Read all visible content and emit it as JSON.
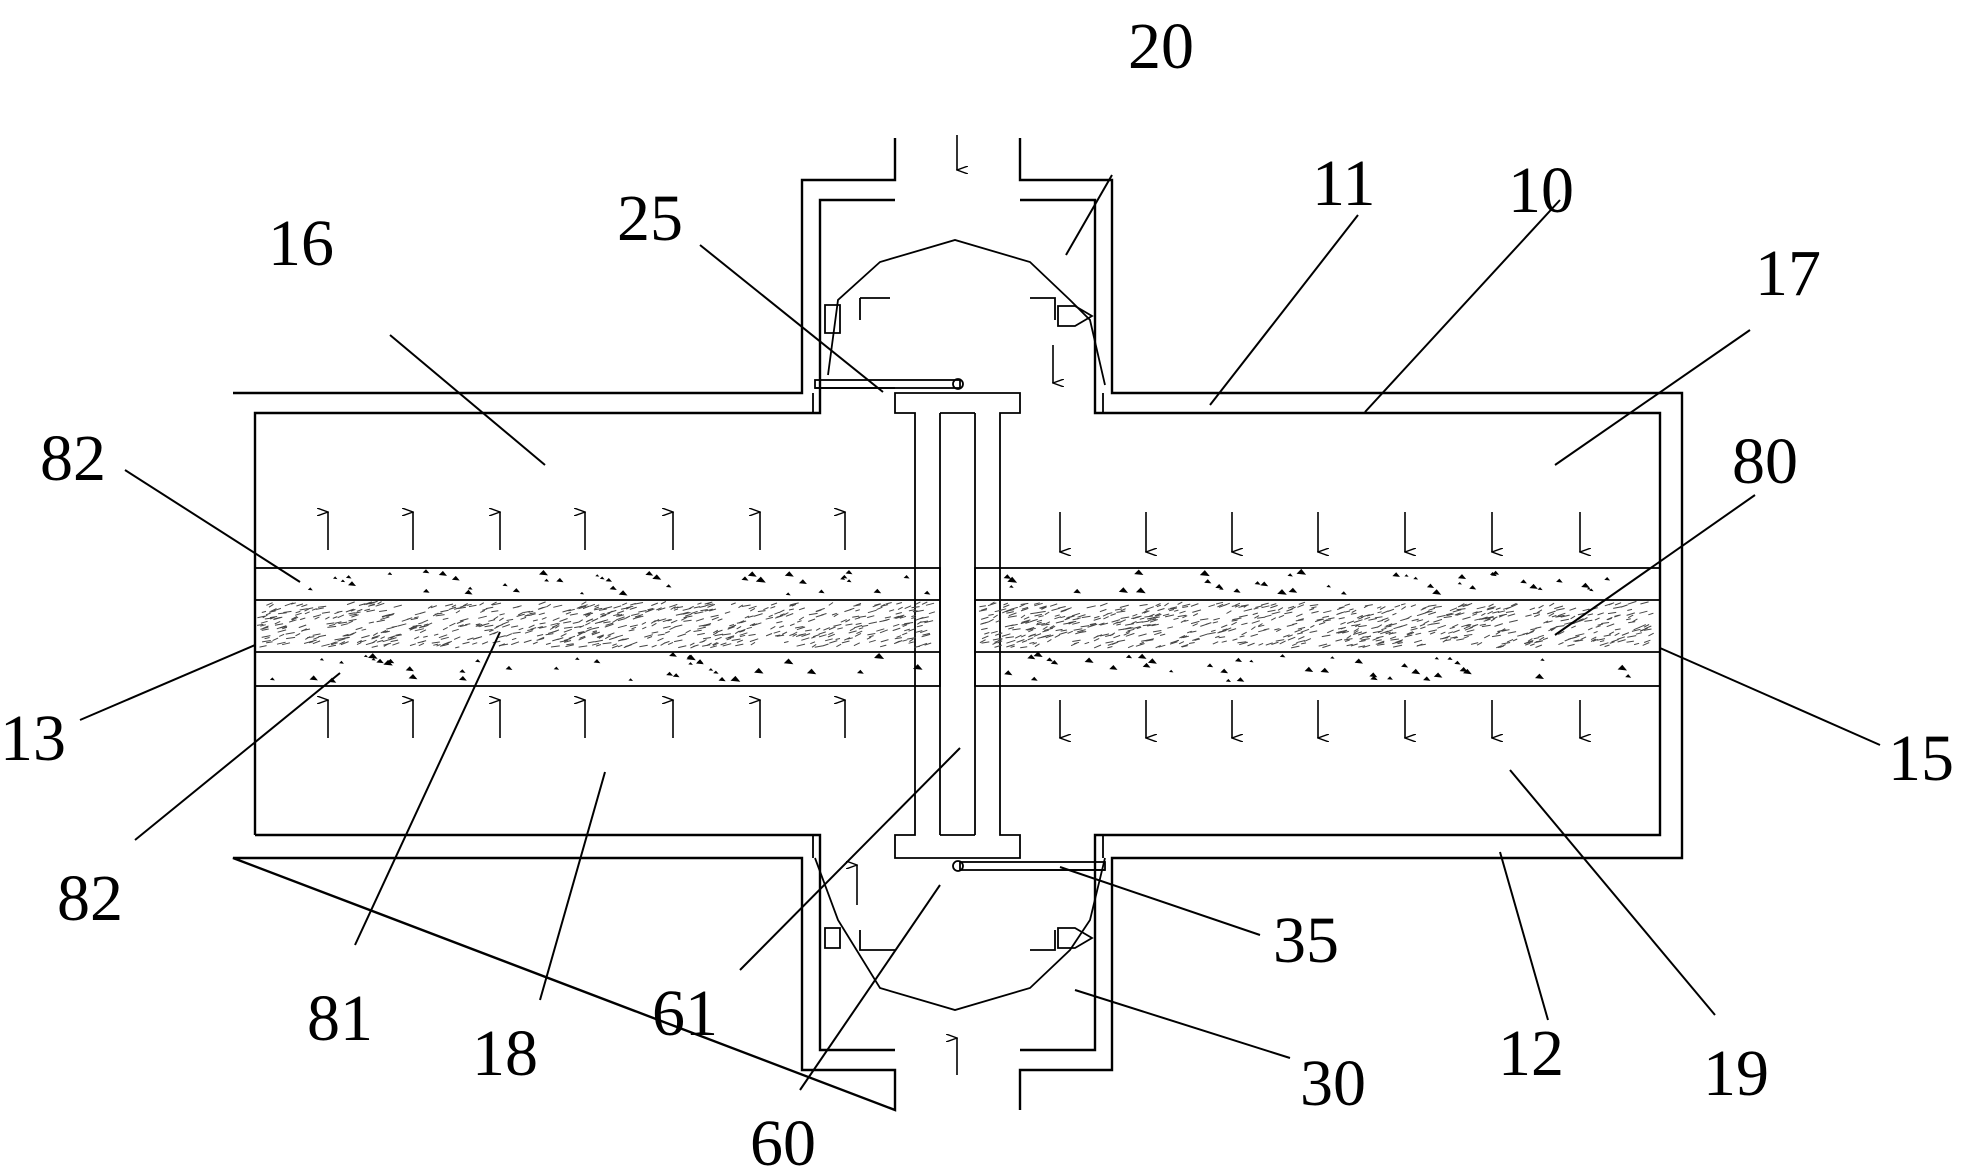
{
  "labels": {
    "l20": "20",
    "l25": "25",
    "l11": "11",
    "l10": "10",
    "l16": "16",
    "l17": "17",
    "l82_top": "82",
    "l80": "80",
    "l13": "13",
    "l15": "15",
    "l82_bottom": "82",
    "l81": "81",
    "l18": "18",
    "l61": "61",
    "l35": "35",
    "l60": "60",
    "l30": "30",
    "l12": "12",
    "l19": "19"
  },
  "colors": {
    "line": "#000000",
    "background": "#ffffff"
  }
}
